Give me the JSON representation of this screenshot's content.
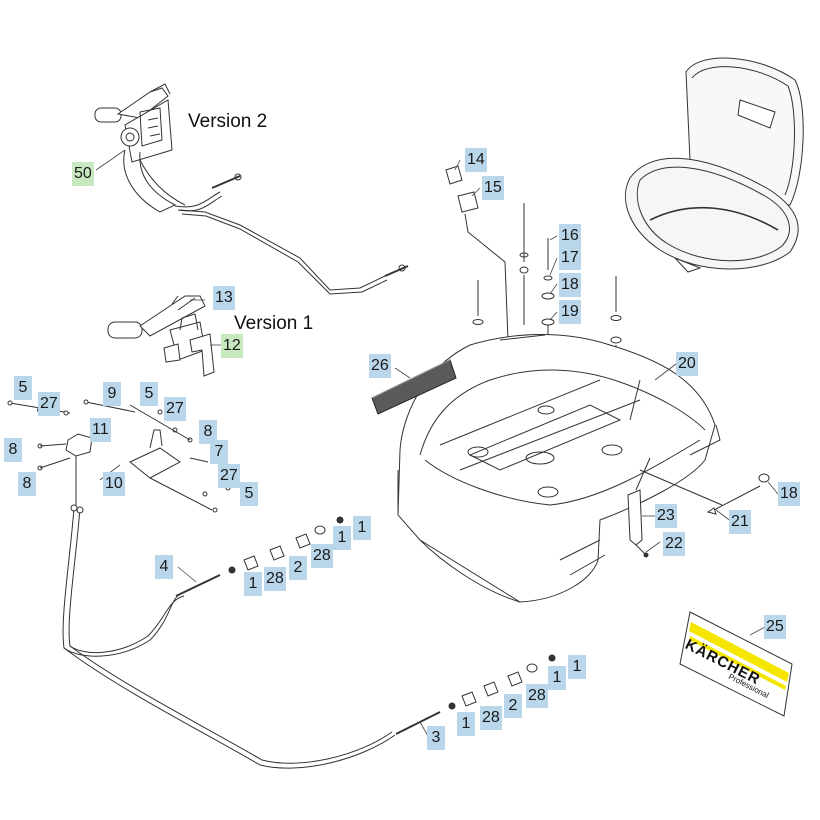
{
  "versions": {
    "v2": "Version 2",
    "v1": "Version 1"
  },
  "labels": {
    "p50": "50",
    "p14": "14",
    "p15": "15",
    "p16": "16",
    "p17": "17",
    "p18a": "18",
    "p19": "19",
    "p13": "13",
    "p12": "12",
    "p26": "26",
    "p20": "20",
    "p5a": "5",
    "p27a": "27",
    "p9": "9",
    "p5b": "5",
    "p27b": "27",
    "p11": "11",
    "p8a": "8",
    "p8b": "8",
    "p7": "7",
    "p8c": "8",
    "p10": "10",
    "p27c": "27",
    "p5c": "5",
    "p18b": "18",
    "p21": "21",
    "p23": "23",
    "p22": "22",
    "p1a": "1",
    "p1b": "1",
    "p28a": "28",
    "p2a": "2",
    "p4": "4",
    "p1c": "1",
    "p28b": "28",
    "p25": "25",
    "p1d": "1",
    "p1e": "1",
    "p28c": "28",
    "p2b": "2",
    "p28d": "28",
    "p1f": "1",
    "p3": "3"
  },
  "brand": {
    "name": "KÄRCHER",
    "sub": "Professional"
  },
  "colors": {
    "label_blue": "#b9d6ea",
    "label_green": "#c8e8c0",
    "brand_yellow": "#f5e600"
  }
}
